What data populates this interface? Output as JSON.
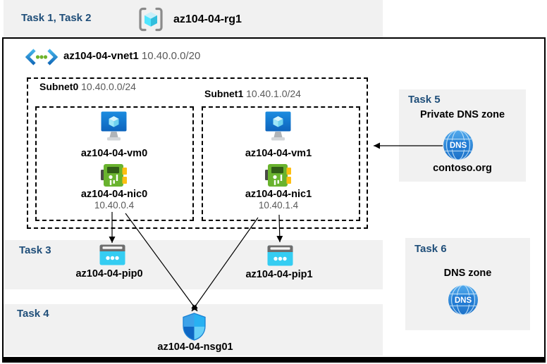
{
  "header": {
    "task_label": "Task 1, Task 2",
    "resource_group": "az104-04-rg1",
    "resource_group_icon": "resource-group-icon"
  },
  "vnet": {
    "name": "az104-04-vnet1",
    "cidr": "10.40.0.0/20",
    "icon": "virtual-network-icon"
  },
  "subnets": [
    {
      "name": "Subnet0",
      "cidr": "10.40.0.0/24",
      "vm": "az104-04-vm0",
      "nic": "az104-04-nic0",
      "ip": "10.40.0.4",
      "vm_icon": "virtual-machine-icon",
      "nic_icon": "network-interface-icon"
    },
    {
      "name": "Subnet1",
      "cidr": "10.40.1.0/24",
      "vm": "az104-04-vm1",
      "nic": "az104-04-nic1",
      "ip": "10.40.1.4",
      "vm_icon": "virtual-machine-icon",
      "nic_icon": "network-interface-icon"
    }
  ],
  "task3": {
    "label": "Task 3",
    "pip0": "az104-04-pip0",
    "pip1": "az104-04-pip1",
    "pip_icon": "public-ip-icon"
  },
  "task4": {
    "label": "Task 4",
    "nsg": "az104-04-nsg01",
    "nsg_icon": "network-security-group-shield-icon"
  },
  "task5": {
    "label": "Task 5",
    "title": "Private DNS zone",
    "zone": "contoso.org",
    "icon": "dns-globe-icon"
  },
  "task6": {
    "label": "Task 6",
    "title": "DNS zone",
    "icon": "dns-globe-icon"
  },
  "icons": {
    "dns_label": "DNS"
  },
  "colors": {
    "task_heading": "#1f4e79",
    "band_background": "#f1f1f1",
    "muted_text": "#595959",
    "arrow": "#000000",
    "vm_blue": "#1581d8",
    "nic_green": "#69b32e",
    "pip_cyan": "#35cdf2",
    "dns_blue": "#2b8ae0"
  }
}
